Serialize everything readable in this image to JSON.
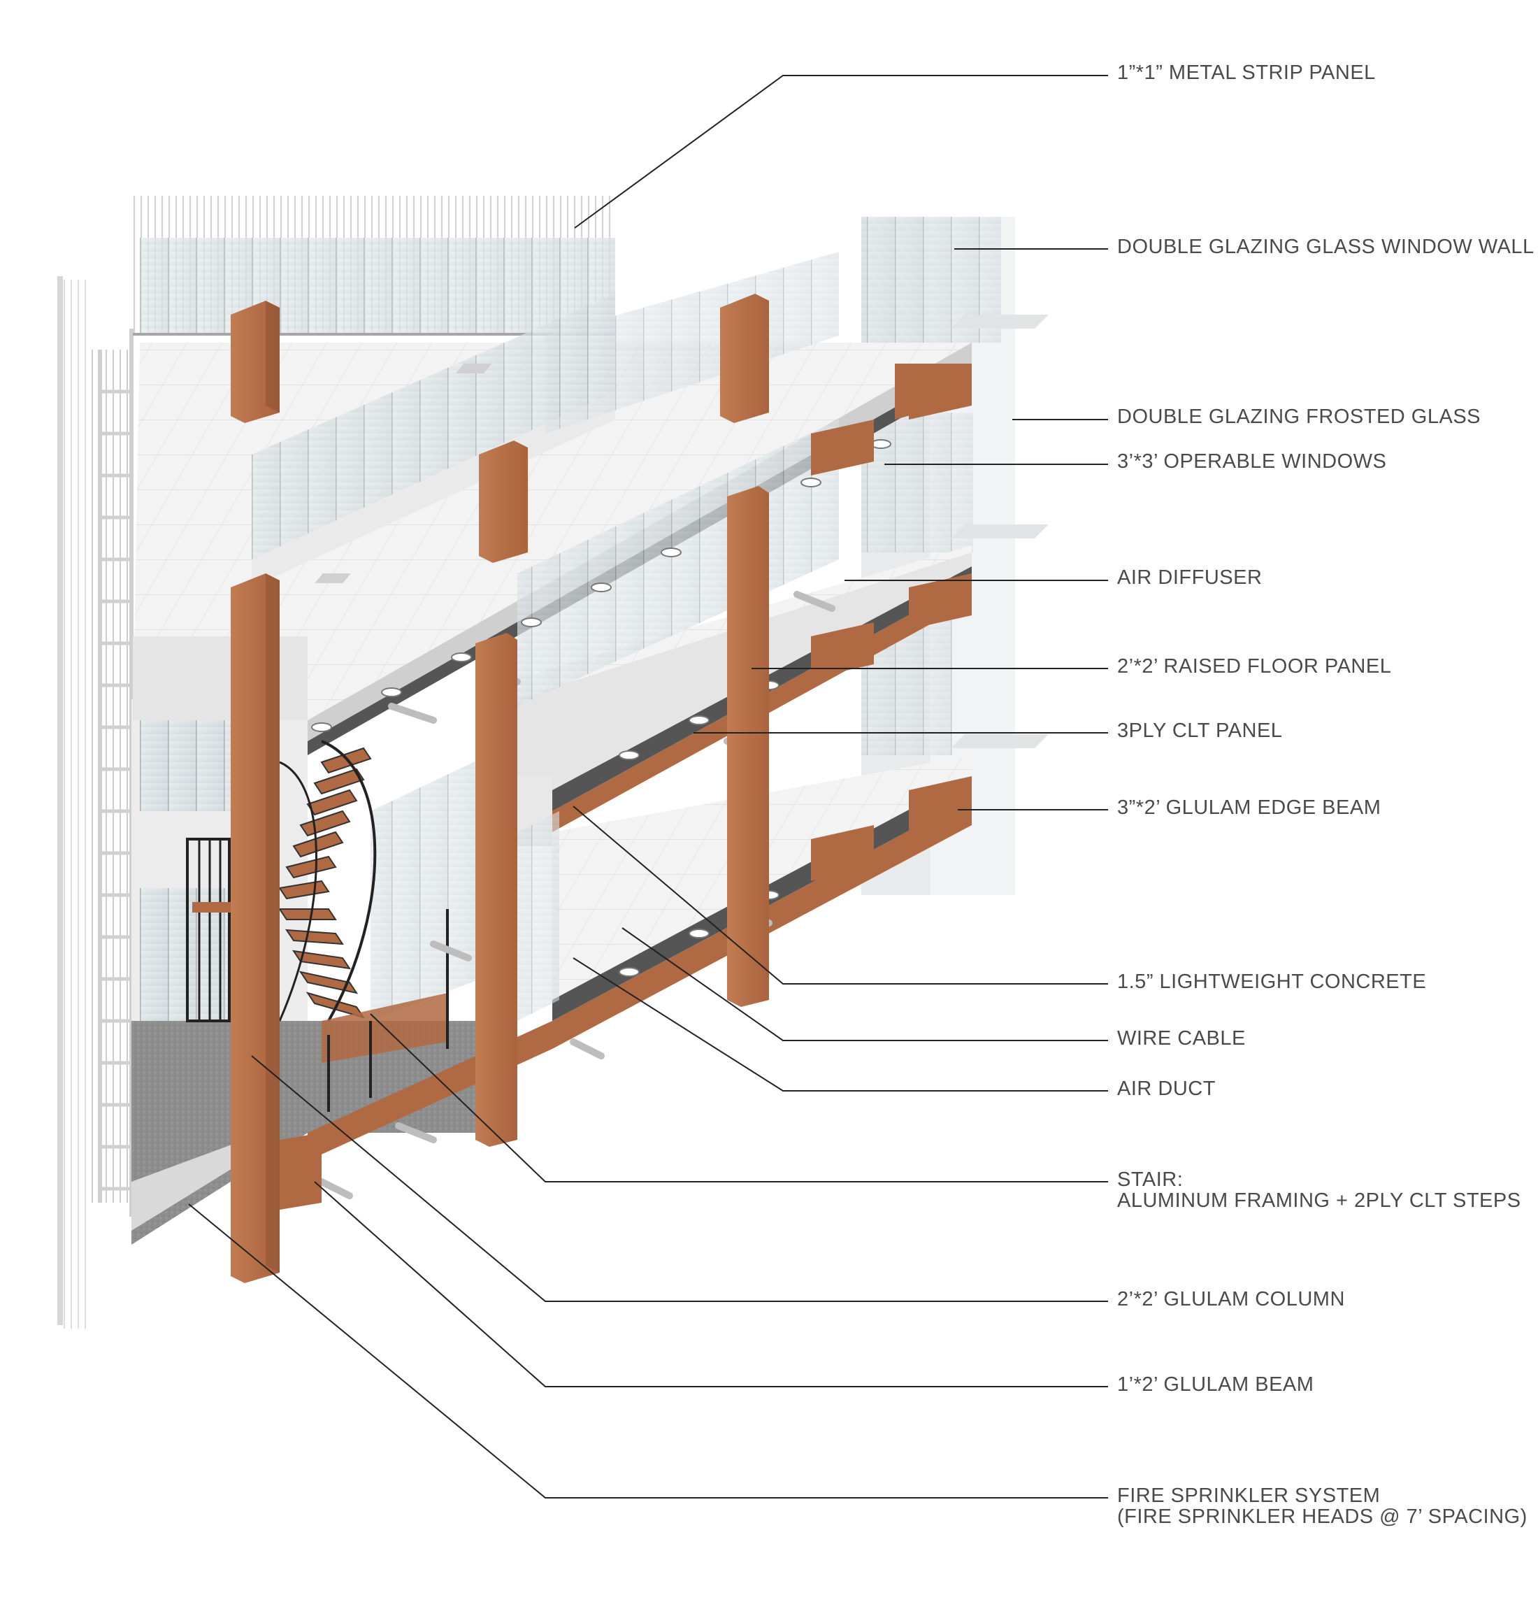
{
  "labels": [
    {
      "id": "metal-strip-panel",
      "lines": [
        "1”*1” METAL STRIP PANEL"
      ]
    },
    {
      "id": "window-wall",
      "lines": [
        "DOUBLE GLAZING GLASS WINDOW WALL"
      ]
    },
    {
      "id": "frosted-glass",
      "lines": [
        "DOUBLE GLAZING FROSTED GLASS"
      ]
    },
    {
      "id": "operable-windows",
      "lines": [
        "3’*3’ OPERABLE WINDOWS"
      ]
    },
    {
      "id": "air-diffuser",
      "lines": [
        "AIR DIFFUSER"
      ]
    },
    {
      "id": "raised-floor-panel",
      "lines": [
        "2’*2’ RAISED FLOOR PANEL"
      ]
    },
    {
      "id": "clt-panel",
      "lines": [
        "3PLY CLT PANEL"
      ]
    },
    {
      "id": "glulam-edge-beam",
      "lines": [
        "3”*2’ GLULAM EDGE BEAM"
      ]
    },
    {
      "id": "lightweight-concrete",
      "lines": [
        "1.5” LIGHTWEIGHT CONCRETE"
      ]
    },
    {
      "id": "wire-cable",
      "lines": [
        "WIRE CABLE"
      ]
    },
    {
      "id": "air-duct",
      "lines": [
        "AIR DUCT"
      ]
    },
    {
      "id": "stair",
      "lines": [
        "STAIR:",
        "ALUMINUM FRAMING + 2PLY CLT STEPS"
      ]
    },
    {
      "id": "glulam-column",
      "lines": [
        "2’*2’ GLULAM COLUMN"
      ]
    },
    {
      "id": "glulam-beam",
      "lines": [
        "1’*2’ GLULAM BEAM"
      ]
    },
    {
      "id": "fire-sprinkler",
      "lines": [
        "FIRE SPRINKLER SYSTEM",
        "(FIRE SPRINKLER HEADS @ 7’ SPACING)"
      ]
    }
  ],
  "colors": {
    "wood": "#b9734c",
    "wood_dark": "#8f5334",
    "wood_light": "#d08f66",
    "floor": "#f1f1f1",
    "glass": "#dfe6e8",
    "concrete": "#8c8c8c",
    "frame": "#9a9a9a",
    "label_text": "#4a4a4a"
  }
}
